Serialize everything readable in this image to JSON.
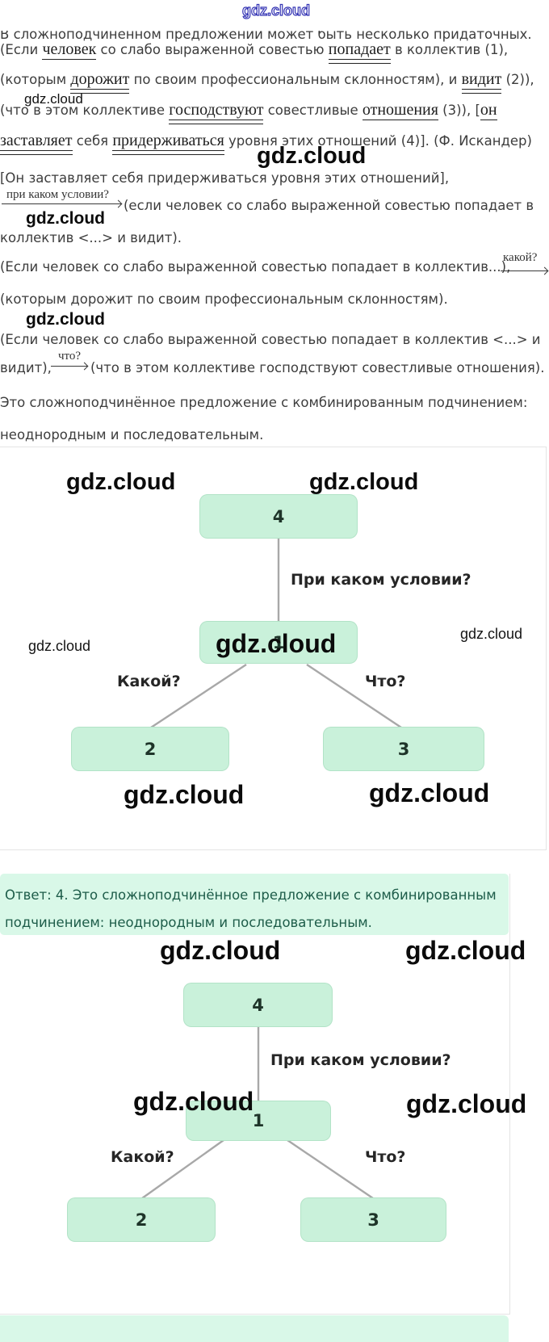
{
  "watermark": {
    "text": "gdz.cloud"
  },
  "intro": {
    "l1": [
      {
        "t": "В сложноподчинённом предложении может быть несколько придаточных.",
        "s": "sans",
        "u": 0
      }
    ],
    "l2": [
      {
        "t": "(Если ",
        "s": "sans",
        "u": 0
      },
      {
        "t": "человек",
        "s": "serif",
        "u": 1
      },
      {
        "t": " со слабо выраженной совестью ",
        "s": "sans",
        "u": 0
      },
      {
        "t": "попадает",
        "s": "serif",
        "u": 2
      },
      {
        "t": " в коллектив (1),",
        "s": "sans",
        "u": 0
      }
    ],
    "l3": [
      {
        "t": "(которым ",
        "s": "sans",
        "u": 0
      },
      {
        "t": "дорожит",
        "s": "serif",
        "u": 2
      },
      {
        "t": " по своим профессиональным склонностям), и ",
        "s": "sans",
        "u": 0
      },
      {
        "t": "видит",
        "s": "serif",
        "u": 2
      },
      {
        "t": " (2)),",
        "s": "sans",
        "u": 0
      }
    ],
    "l4": [
      {
        "t": "(что в этом коллективе ",
        "s": "sans",
        "u": 0
      },
      {
        "t": "господствуют",
        "s": "serif",
        "u": 2
      },
      {
        "t": " совестливые ",
        "s": "sans",
        "u": 0
      },
      {
        "t": "отношения",
        "s": "serif",
        "u": 1
      },
      {
        "t": " (3)), [",
        "s": "sans",
        "u": 0
      },
      {
        "t": "он",
        "s": "serif",
        "u": 1
      }
    ],
    "l5": [
      {
        "t": "заставляет",
        "s": "serif",
        "u": 2
      },
      {
        "t": " себя ",
        "s": "sans",
        "u": 0
      },
      {
        "t": "придерживаться",
        "s": "serif",
        "u": 2
      },
      {
        "t": " уровня этих отношений (4)]. (Ф. Искандер)",
        "s": "sans",
        "u": 0
      }
    ],
    "l6": [
      {
        "t": "[Он заставляет себя придерживаться уровня этих отношений],",
        "s": "sans",
        "u": 0
      }
    ]
  },
  "analysis": {
    "cond_label": "при каком условии?",
    "a_text": "(если человек со слабо выраженной совестью попадает в",
    "a_text2": "коллектив <...> и видит).",
    "b_text": "(Если человек со слабо выраженной совестью попадает в коллектив...),",
    "which_label": "какой?",
    "b_text2": "(которым дорожит по своим профессиональным склонностям).",
    "c_text": "(Если человек со слабо выраженной совестью попадает в коллектив <...> и",
    "c_text2_pre": "видит),",
    "what_label": "что?",
    "c_text2_post": "(что в этом коллективе господствуют совестливые отношения).",
    "conclusion1": "Это сложноподчинённое предложение с комбинированным подчинением:",
    "conclusion2": "неоднородным и последовательным."
  },
  "diagram1": {
    "top_box": "4",
    "middle_box": "1",
    "left_box": "2",
    "right_box": "3",
    "top_label": "При каком условии?",
    "left_label": "Какой?",
    "right_label": "Что?"
  },
  "diagram2": {
    "top_box": "4",
    "middle_box": "1",
    "left_box": "2",
    "right_box": "3",
    "top_label": "При каком условии?",
    "left_label": "Какой?",
    "right_label": "Что?"
  },
  "answer": {
    "line1": "Ответ: 4. Это сложноподчинённое предложение с комбинированным",
    "line2": "подчинением: неоднородным и последовательным."
  }
}
